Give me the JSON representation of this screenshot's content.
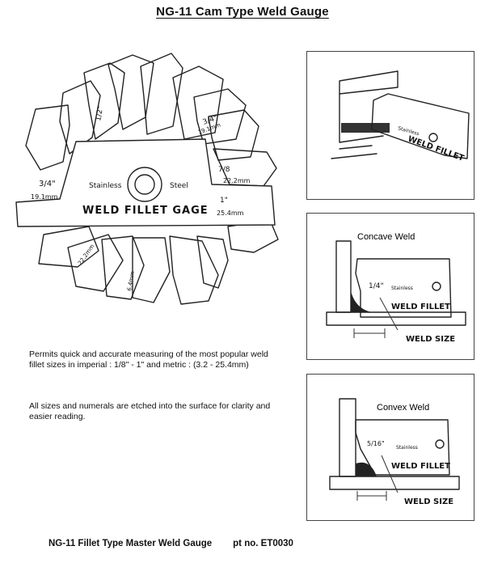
{
  "title": "NG-11 Cam Type Weld Gauge",
  "gauge": {
    "label_main": "WELD FILLET GAGE",
    "label_left": "Stainless",
    "label_right": "Steel",
    "size_34": "3/4\"",
    "size_34_mm": "19.1mm",
    "size_78": "7/8",
    "size_78_mm": "22.2mm",
    "size_1": "1\"",
    "size_1_mm": "25.4mm",
    "size_34b": "3/4\"",
    "size_34b_mm": "19.1mm",
    "size_12": "1/2\"",
    "size_mm_a": "22.2mm",
    "size_mm_b": "6.4mm"
  },
  "panels": {
    "top": {
      "gauge_text": "WELD FILLET",
      "small_text": "Stainless"
    },
    "concave": {
      "caption": "Concave Weld",
      "size_label": "1/4\"",
      "gauge_text": "WELD FILLET",
      "small_text": "Stainless",
      "weld_size": "WELD SIZE"
    },
    "convex": {
      "caption": "Convex Weld",
      "size_label": "5/16\"",
      "gauge_text": "WELD FILLET",
      "small_text": "Stainless",
      "weld_size": "WELD SIZE"
    }
  },
  "description": {
    "p1": "Permits quick and accurate measuring of the most popular weld fillet sizes in imperial : 1/8\" - 1\" and metric :  (3.2  - 25.4mm)",
    "p2": "All sizes and numerals are etched into the surface for clarity and easier reading."
  },
  "footer": {
    "product": "NG-11 Fillet Type Master Weld Gauge",
    "part_no": "pt no. ET0030"
  }
}
